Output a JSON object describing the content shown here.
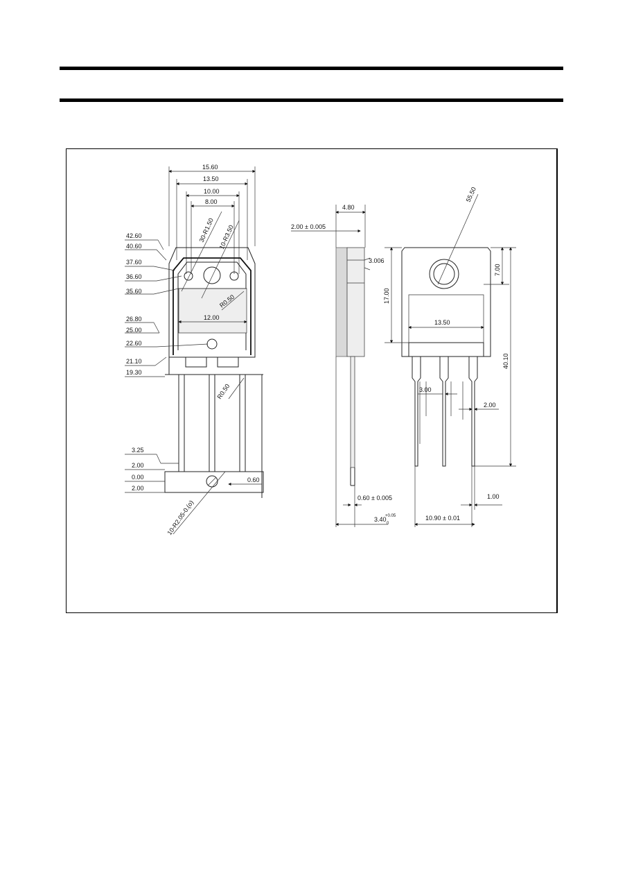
{
  "front_view": {
    "top_dims": [
      "15.60",
      "13.50",
      "10.00",
      "8.00"
    ],
    "hole_labels": [
      "30-R1.50",
      "10-R3.50"
    ],
    "left_dims": [
      "42.60",
      "40.60",
      "37.60",
      "36.60",
      "35.60",
      "26.80",
      "25.00",
      "22.60",
      "21.10",
      "19.30",
      "3.25",
      "2.00",
      "0.00",
      "2.00"
    ],
    "inner_dims": [
      "12.00",
      "R0.50",
      "R0.50",
      "0.60"
    ],
    "bottom_hole_label": "10-R2.05-0.(o)"
  },
  "side_view": {
    "top_dims": [
      "4.80",
      "2.00 ± 0.005",
      "3.006"
    ],
    "bottom_dims": [
      "0.60 ± 0.005",
      "3.40"
    ],
    "tolerance_sup": "+0.05",
    "tolerance_sub": "0"
  },
  "rear_view": {
    "dims": [
      "55.50",
      "7.00",
      "17.00",
      "13.50",
      "40.10",
      "3.00",
      "2.00",
      "1.00",
      "10.90 ± 0.01"
    ]
  }
}
